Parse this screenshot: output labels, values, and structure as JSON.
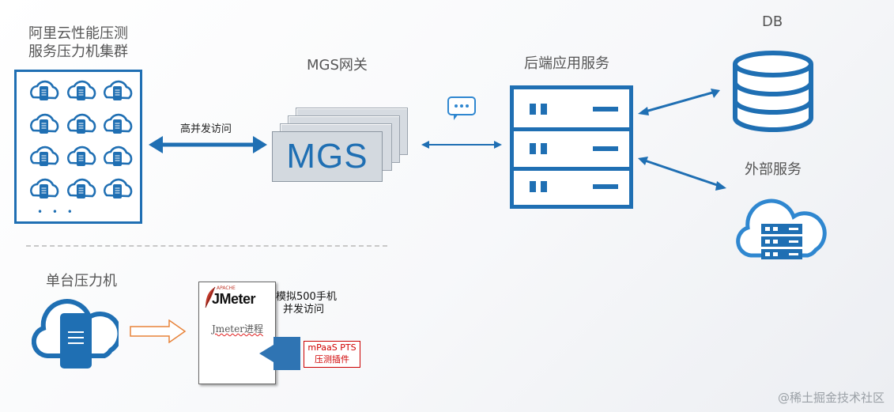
{
  "cluster": {
    "title_line1": "阿里云性能压测",
    "title_line2": "服务压力机集群",
    "ellipsis": "• • •"
  },
  "arrow1_label": "高并发访问",
  "gateway": {
    "title": "MGS网关",
    "box_text": "MGS"
  },
  "backend": {
    "title": "后端应用服务",
    "chat_glyph": "•••"
  },
  "db": {
    "title": "DB"
  },
  "external": {
    "title": "外部服务"
  },
  "single": {
    "title": "单台压力机"
  },
  "jmeter": {
    "logo_small": "APACHE",
    "logo_text": "JMeter",
    "process_label": "Jmeter进程",
    "simulate_line1": "模拟500手机",
    "simulate_line2": "并发访问"
  },
  "pts": {
    "line1": "mPaaS PTS",
    "line2": "压测插件"
  },
  "watermark": "@稀土掘金技术社区",
  "colors": {
    "primary_blue": "#1f6fb3",
    "light_blue": "#2f87d0",
    "red": "#d00000",
    "orange": "#e8833a"
  }
}
